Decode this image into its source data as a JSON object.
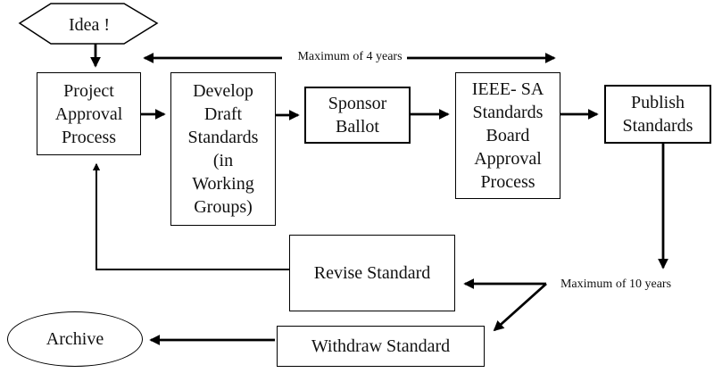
{
  "canvas": {
    "background": "#ffffff",
    "line_color": "#000000",
    "text_color": "#111111"
  },
  "nodes": {
    "idea": {
      "label": "Idea !",
      "shape": "hexagon"
    },
    "project_approval": {
      "shape": "rectangle",
      "lines": [
        "Project",
        "Approval",
        "Process"
      ]
    },
    "develop_draft": {
      "shape": "rectangle",
      "lines": [
        "Develop",
        "Draft",
        "Standards",
        "(in",
        "Working",
        "Groups)"
      ]
    },
    "sponsor_ballot": {
      "shape": "rectangle",
      "lines": [
        "Sponsor",
        "Ballot"
      ]
    },
    "ieee_sa_board": {
      "shape": "rectangle",
      "lines": [
        "IEEE- SA",
        "Standards",
        "Board",
        "Approval",
        "Process"
      ]
    },
    "publish_standards": {
      "shape": "rectangle",
      "lines": [
        "Publish",
        "Standards"
      ]
    },
    "revise_standard": {
      "shape": "rectangle",
      "label": "Revise Standard"
    },
    "withdraw_standard": {
      "shape": "rectangle",
      "label": "Withdraw Standard"
    },
    "archive": {
      "shape": "ellipse",
      "label": "Archive"
    }
  },
  "annotations": {
    "max_4_years": "Maximum of 4 years",
    "max_10_years": "Maximum of 10 years"
  },
  "edges": [
    {
      "from": "idea",
      "to": "project_approval"
    },
    {
      "from": "project_approval",
      "to": "develop_draft"
    },
    {
      "from": "develop_draft",
      "to": "sponsor_ballot"
    },
    {
      "from": "sponsor_ballot",
      "to": "ieee_sa_board"
    },
    {
      "from": "ieee_sa_board",
      "to": "publish_standards"
    },
    {
      "from": "publish_standards",
      "to": "max_10_years"
    },
    {
      "from": "max_10_years",
      "to": "revise_standard"
    },
    {
      "from": "max_10_years",
      "to": "withdraw_standard"
    },
    {
      "from": "revise_standard",
      "to": "project_approval"
    },
    {
      "from": "withdraw_standard",
      "to": "archive"
    },
    {
      "from": "max_4_years_span",
      "to": "project_approval_and_ieee_sa_board"
    }
  ]
}
